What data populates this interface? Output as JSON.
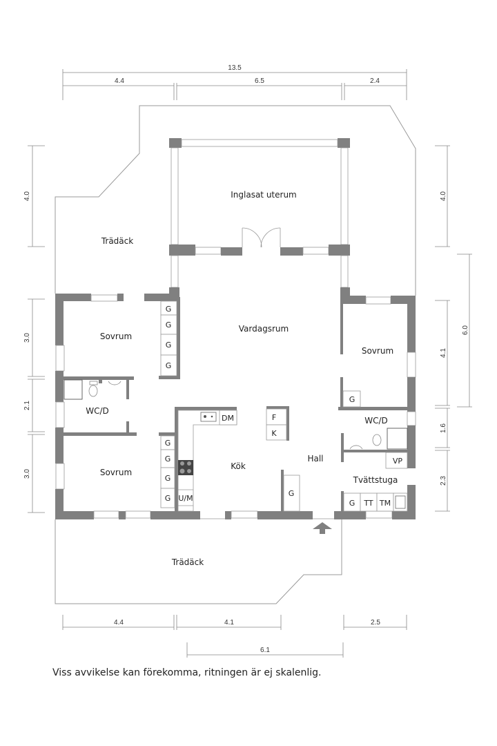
{
  "plan": {
    "note": "Viss avvikelse kan förekomma, ritningen är ej skalenlig.",
    "rooms": {
      "uterum": "Inglasat uterum",
      "deck_top": "Trädäck",
      "deck_bottom": "Trädäck",
      "vardagsrum": "Vardagsrum",
      "sovrum_nw": "Sovrum",
      "sovrum_sw": "Sovrum",
      "sovrum_e": "Sovrum",
      "wcd_w": "WC/D",
      "wcd_e": "WC/D",
      "kok": "Kök",
      "hall": "Hall",
      "tvatt": "Tvättstuga"
    },
    "fixtures": {
      "g": "G",
      "dm": "DM",
      "f": "F",
      "k": "K",
      "um": "U/M",
      "vp": "VP",
      "tt": "TT",
      "tm": "TM"
    },
    "dimensions": {
      "top_total": "13.5",
      "top_1": "4.4",
      "top_2": "6.5",
      "top_3": "2.4",
      "left_1": "4.0",
      "left_2": "3.0",
      "left_3": "2.1",
      "left_4": "3.0",
      "right_1": "4.0",
      "right_2": "6.0",
      "right_3": "4.1",
      "right_4": "1.6",
      "right_5": "2.3",
      "bottom_1": "4.4",
      "bottom_2": "4.1",
      "bottom_3": "2.5",
      "bottom_4": "6.1"
    },
    "colors": {
      "wall": "#808080",
      "line": "#999999"
    }
  }
}
